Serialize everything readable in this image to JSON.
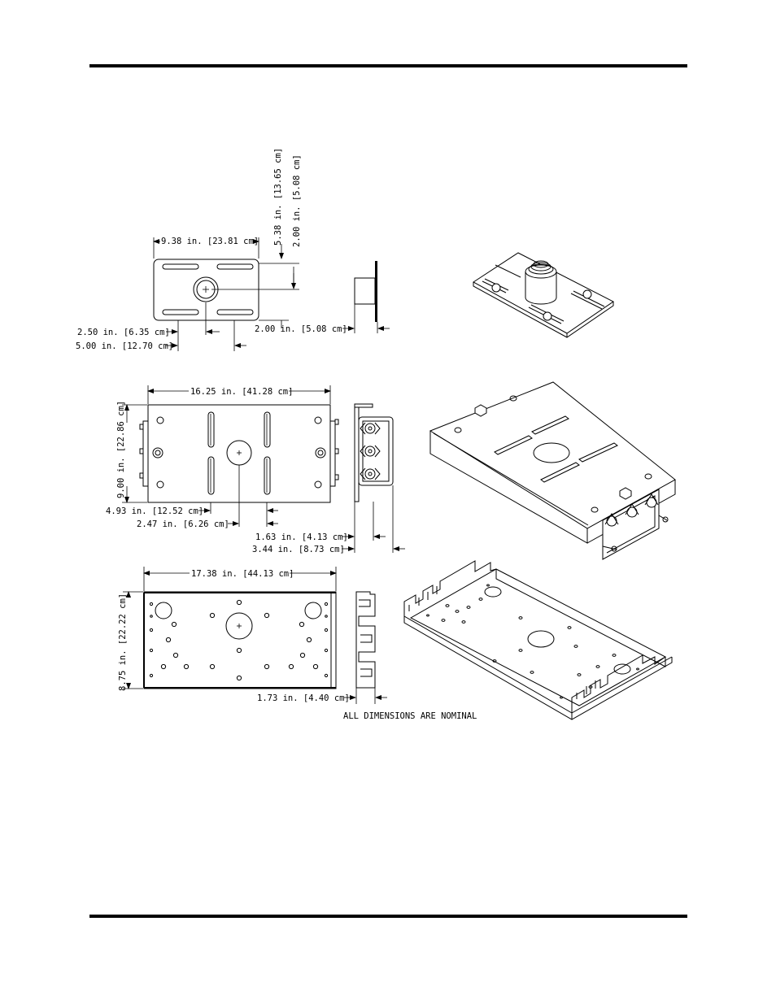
{
  "document": {
    "note": "ALL DIMENSIONS ARE NOMINAL"
  },
  "view1": {
    "width": "9.38 in. [23.81 cm]",
    "height": "5.38 in. [13.65 cm]",
    "center_from_top": "2.00 in. [5.08 cm]",
    "slot_offset": "2.50 in. [6.35 cm]",
    "slot_span": "5.00 in. [12.70 cm]",
    "side_depth": "2.00 in. [5.08 cm]"
  },
  "view2": {
    "width": "16.25 in. [41.28 cm]",
    "height": "9.00 in. [22.86 cm]",
    "slot_offset": "4.93 in. [12.52 cm]",
    "slot_spacing": "2.47 in. [6.26 cm]",
    "side_depth_a": "1.63 in. [4.13 cm]",
    "side_depth_b": "3.44 in. [8.73 cm]"
  },
  "view3": {
    "width": "17.38 in. [44.13 cm]",
    "height": "8.75 in. [22.22 cm]",
    "side_depth": "1.73 in. [4.40 cm]"
  },
  "icons": {
    "arrow": "arrow-head-icon",
    "hole": "mounting-hole-icon"
  }
}
